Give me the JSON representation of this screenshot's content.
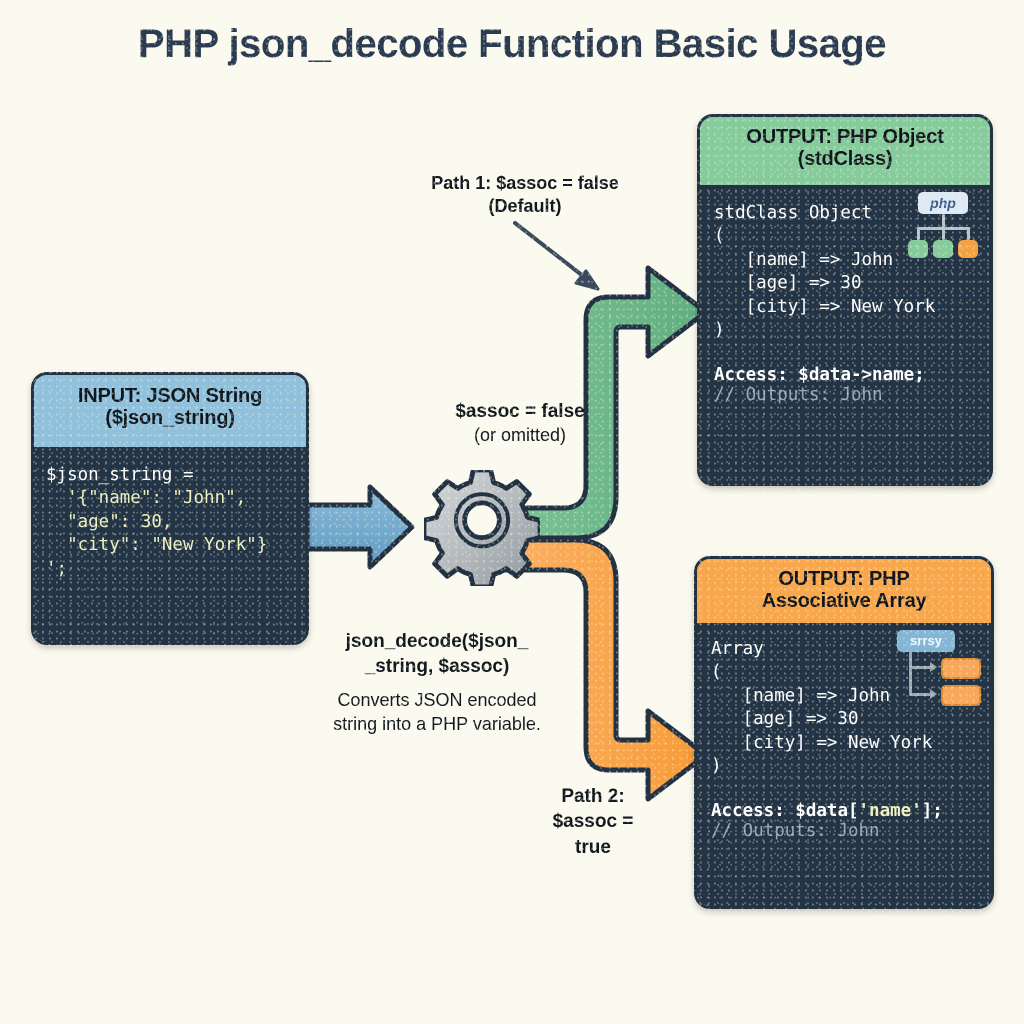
{
  "title": "PHP json_decode Function Basic Usage",
  "colors": {
    "background": "#fbfaf0",
    "title_text": "#2b3c52",
    "input_header": "#8fc0dc",
    "object_header": "#86cb9c",
    "array_header": "#f9a74c",
    "code_panel": "#243447",
    "outline": "#233243",
    "green_flow": "#6cb98c",
    "orange_flow": "#f9a74c",
    "blue_arrow": "#6fa8cd",
    "gear": "#b7bcc0",
    "code_string": "#eef0be",
    "comment": "#9aa6b2"
  },
  "input_card": {
    "header_line1": "INPUT: JSON String",
    "header_line2": "($json_string)",
    "code": {
      "line1": "$json_string =",
      "line2": "  '{\"name\": \"John\",",
      "line3": "  \"age\": 30,",
      "line4": "  \"city\": \"New York\"}",
      "line5": "';"
    }
  },
  "process": {
    "gear_icon": "gear-icon",
    "label_assoc_false_bold": "$assoc = false",
    "label_assoc_false_note": "(or omitted)",
    "function_signature_line1": "json_decode($json_",
    "function_signature_line2": "_string, $assoc)",
    "description": "Converts JSON encoded string into a PHP variable.",
    "path1_label": "Path 1: $assoc = false (Default)",
    "path1_label_line1": "Path 1: $assoc = false",
    "path1_label_line2": "(Default)",
    "path2_label_line1": "Path 2:",
    "path2_label_line2": "$assoc =",
    "path2_label_line3": "true"
  },
  "object_card": {
    "header_line1": "OUTPUT: PHP Object",
    "header_line2": "(stdClass)",
    "badge": {
      "chip": "php",
      "nodes": [
        "green",
        "green",
        "orange"
      ]
    },
    "code": {
      "line1": "stdClass Object",
      "line2": "(",
      "line3": "   [name] => John",
      "line4": "   [age] => 30",
      "line5": "   [city] => New York",
      "line6": ")"
    },
    "access_prefix": "Access: ",
    "access_expr": "$data->name;",
    "comment": "// Outputs: John"
  },
  "array_card": {
    "header_line1": "OUTPUT: PHP",
    "header_line2": "Associative Array",
    "badge": {
      "chip": "srrsy",
      "nodes": [
        "orange",
        "orange"
      ]
    },
    "code": {
      "line1": "Array",
      "line2": "(",
      "line3": "   [name] => John",
      "line4": "   [age] => 30",
      "line5": "   [city] => New York",
      "line6": ")"
    },
    "access_prefix": "Access: ",
    "access_expr_pre": "$data[",
    "access_expr_key": "'name'",
    "access_expr_post": "];",
    "comment": "// Outputs: John"
  }
}
